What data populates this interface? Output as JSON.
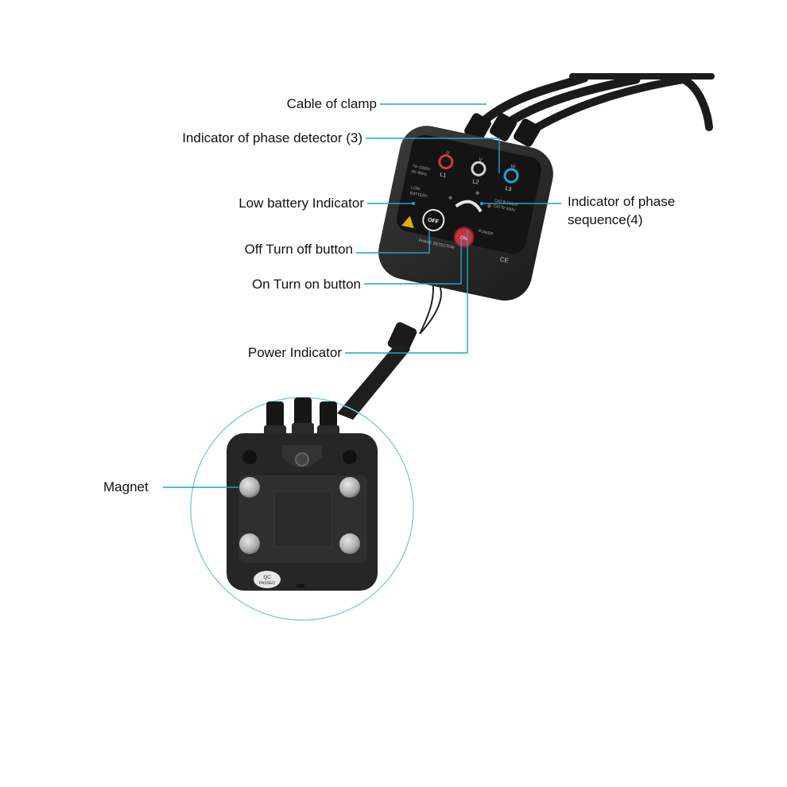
{
  "callouts": {
    "cable_of_clamp": "Cable of clamp",
    "indicator_phase_detector": "Indicator of phase detector (3)",
    "low_battery": "Low battery Indicator",
    "off_button": "Off Turn off button",
    "on_button": "On Turn on button",
    "power_indicator": "Power Indicator",
    "phase_sequence_line1": "Indicator of phase",
    "phase_sequence_line2": "sequence(4)",
    "magnet": "Magnet"
  },
  "device_labels": {
    "l1": "L1",
    "l2": "L2",
    "l3": "L3",
    "u": "U",
    "v": "V",
    "w": "W",
    "voltage_left_1": "70~1000V",
    "voltage_left_2": "40~80Hz",
    "cat_1": "CAT.Ⅲ 1000V",
    "cat_2": "CAT.Ⅳ 600V",
    "low_battery_1": "LOW",
    "low_battery_2": "BATTERY",
    "off": "OFF",
    "on": "ON",
    "power": "POWER",
    "phase_detector": "PHASE DETECTOR",
    "ce": "CE",
    "qc": "QC",
    "passed": "PASSED"
  },
  "colors": {
    "leader_line": "#1aa3d4",
    "magnify_ring": "#7fd0e6",
    "device_body": "#2b2b2b",
    "panel": "#141414",
    "l1_ring": "#d23a3a",
    "l3_ring": "#2a9fd8",
    "on_button": "#c8323a"
  }
}
